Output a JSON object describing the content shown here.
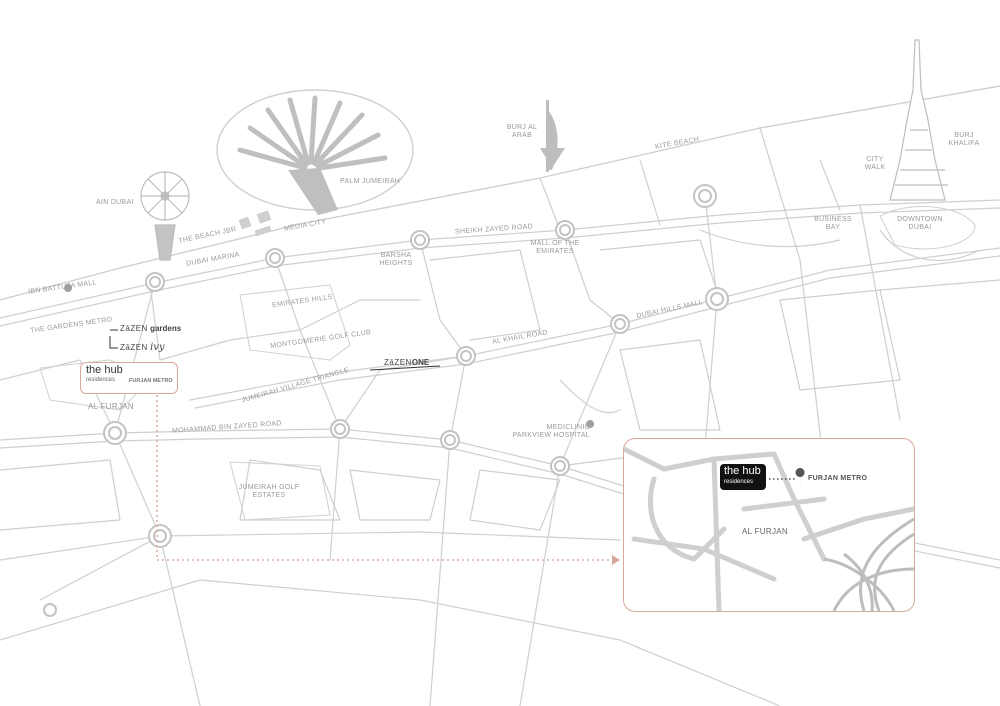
{
  "map": {
    "labels": {
      "ain_dubai": "AIN DUBAI",
      "the_beach_jbr": "THE BEACH JBR",
      "media_city": "MEDIA CITY",
      "palm_jumeirah": "PALM JUMEIRAH",
      "burj_al_arab": "BURJ AL ARAB",
      "kite_beach": "KITE BEACH",
      "burj_khalifa": "BURJ KHALIFA",
      "city_walk": "CITY WALK",
      "business_bay": "BUSINESS BAY",
      "downtown_dubai": "DOWNTOWN DUBAI",
      "dubai_marina": "DUBAI MARINA",
      "ibn_battuta_mall": "IBN BATTUTA MALL",
      "the_gardens_metro": "THE GARDENS METRO",
      "emirates_hills": "EMIRATES HILLS",
      "montgomerie_golf_club": "MONTGOMERIE GOLF CLUB",
      "barsha_heights": "BARSHA HEIGHTS",
      "sheikh_zayed_road": "SHEIKH ZAYED ROAD",
      "mall_of_the_emirates": "MALL OF THE EMIRATES",
      "al_khail_road": "AL KHAIL ROAD",
      "dubai_hills_mall": "DUBAI HILLS MALL",
      "jumeirah_village_triangle": "JUMEIRAH VILLAGE TRIANGLE",
      "al_furjan": "AL FURJAN",
      "mohammad_bin_zayed_road": "MOHAMMAD BIN ZAYED ROAD",
      "mediclinic": "MEDICLINIC PARKVIEW HOSPITAL",
      "jumeirah_golf_estates": "JUMEIRAH GOLF ESTATES",
      "furjan_metro": "FURJAN METRO"
    },
    "brands": {
      "zazen_prefix": "ZāZEN",
      "gardens": "gardens",
      "ivy": "ivy",
      "one": "ONE",
      "hub_name": "the hub",
      "hub_sub": "residences"
    },
    "inset": {
      "hub_name": "the hub",
      "hub_sub": "residences",
      "furjan_metro": "FURJAN METRO",
      "al_furjan": "AL FURJAN"
    },
    "colors": {
      "road": "#c9c9c9",
      "land_mark": "#b8b8b8",
      "accent": "#d8a99a",
      "text": "#9a9a9a"
    }
  }
}
